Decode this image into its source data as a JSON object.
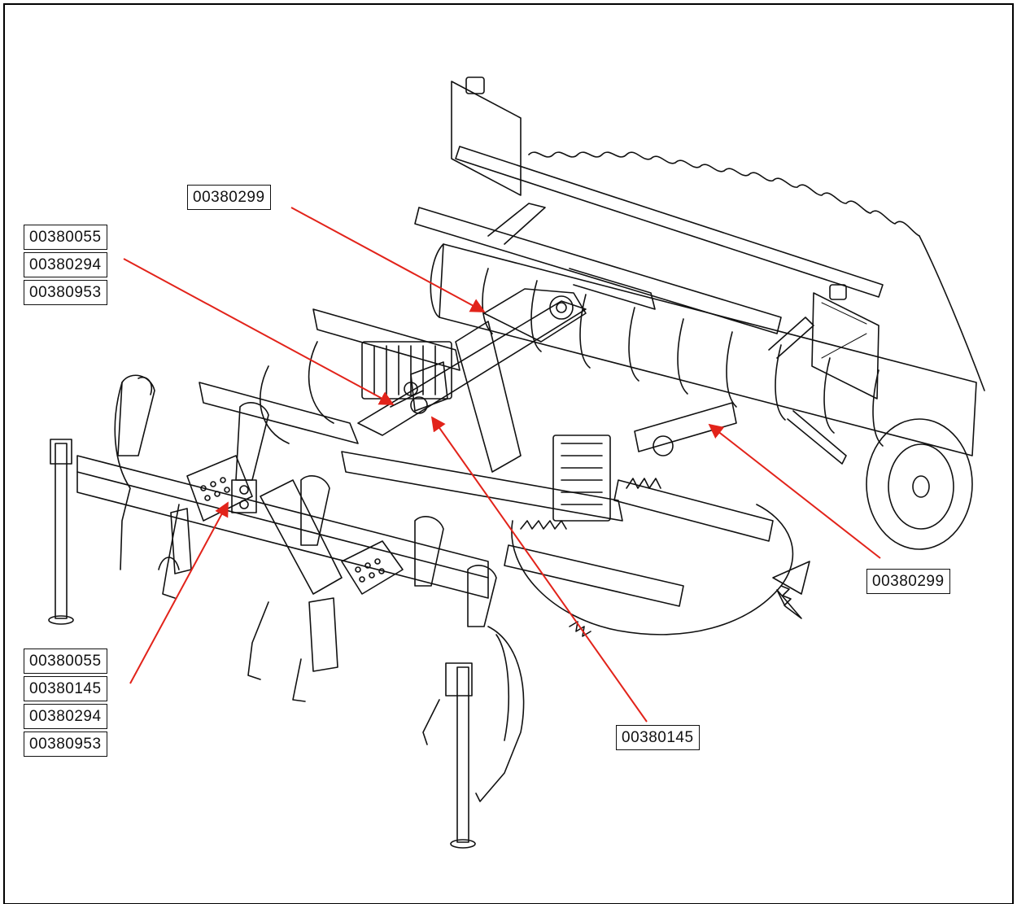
{
  "callouts": {
    "top_center": "00380299",
    "left_top_group": [
      "00380055",
      "00380294",
      "00380953"
    ],
    "left_bottom_group": [
      "00380055",
      "00380145",
      "00380294",
      "00380953"
    ],
    "right": "00380299",
    "bottom_center": "00380145"
  },
  "colors": {
    "leader": "#e2231a",
    "line_art": "#111111",
    "frame": "#000000"
  }
}
